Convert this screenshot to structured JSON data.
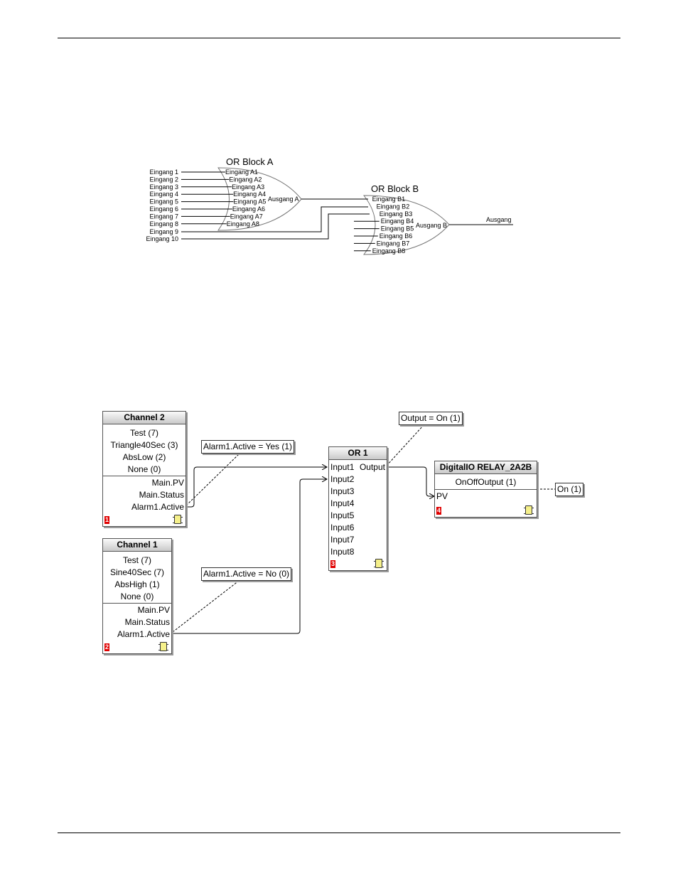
{
  "or_diagram": {
    "block_a": {
      "title": "OR Block A",
      "external_inputs": [
        "Eingang 1",
        "Eingang 2",
        "Eingang 3",
        "Eingang 4",
        "Eingang 5",
        "Eingang 6",
        "Eingang 7",
        "Eingang 8"
      ],
      "inputs": [
        "Eingang A1",
        "Eingang A2",
        "Eingang A3",
        "Eingang A4",
        "Eingang A5",
        "Eingang A6",
        "Eingang A7",
        "Eingang A8"
      ],
      "output": "Ausgang A"
    },
    "extra_inputs": [
      "Eingang 9",
      "Eingang 10"
    ],
    "block_b": {
      "title": "OR Block B",
      "inputs": [
        "Eingang B1",
        "Eingang B2",
        "Eingang B3",
        "Eingang B4",
        "Eingang B5",
        "Eingang B6",
        "Eingang B7",
        "Eingang B8"
      ],
      "output": "Ausgang B"
    },
    "final_output": "Ausgang"
  },
  "wiring": {
    "channel2": {
      "title": "Channel 2",
      "params": [
        "Test (7)",
        "Triangle40Sec (3)",
        "AbsLow (2)",
        "None (0)"
      ],
      "outputs": [
        "Main.PV",
        "Main.Status",
        "Alarm1.Active"
      ],
      "badge": "1"
    },
    "channel1": {
      "title": "Channel 1",
      "params": [
        "Test (7)",
        "Sine40Sec (7)",
        "AbsHigh (1)",
        "None (0)"
      ],
      "outputs": [
        "Main.PV",
        "Main.Status",
        "Alarm1.Active"
      ],
      "badge": "2"
    },
    "or1": {
      "title": "OR 1",
      "inputs": [
        "Input1",
        "Input2",
        "Input3",
        "Input4",
        "Input5",
        "Input6",
        "Input7",
        "Input8"
      ],
      "output": "Output",
      "badge": "3"
    },
    "digitalio": {
      "title": "DigitalIO RELAY_2A2B",
      "param": "OnOffOutput (1)",
      "input": "PV",
      "badge": "4"
    },
    "notes": {
      "alarm_yes": "Alarm1.Active = Yes (1)",
      "alarm_no": "Alarm1.Active = No (0)",
      "output_on": "Output = On (1)",
      "on": "On (1)"
    }
  }
}
